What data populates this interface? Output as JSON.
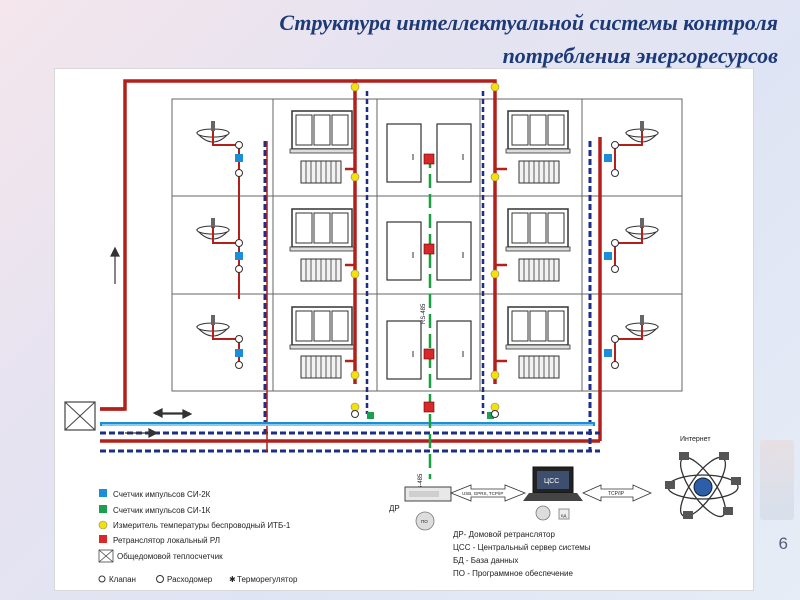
{
  "title": {
    "line1": "Структура интеллектуальной системы контроля",
    "line2": "потребления энергоресурсов"
  },
  "slide_number": "6",
  "labels": {
    "rs485_vertical": "RS-485",
    "rs485_bottom": "RS-485",
    "dr": "ДР",
    "css": "ЦСС",
    "internet": "Интернет",
    "link1": "USB, GPRS, TCP/IP",
    "link2": "TCP/IP",
    "po_disk": "ПО",
    "bd": "БД"
  },
  "legend": [
    {
      "text": "Счетчик импульсов СИ-2К",
      "symbol": "blue-square",
      "color": "#1a8fd8"
    },
    {
      "text": "Счетчик импульсов СИ-1К",
      "symbol": "green-square",
      "color": "#1aa050"
    },
    {
      "text": "Измеритель температуры беспроводный ИТБ-1",
      "symbol": "yellow-circle",
      "color": "#f3e10a"
    },
    {
      "text": "Ретранслятор локальный РЛ",
      "symbol": "red-square",
      "color": "#d8282a"
    },
    {
      "text": "Общедомовой теплосчетчик",
      "symbol": "crossed-box",
      "color": "#555555"
    }
  ],
  "legend_bottom": [
    {
      "text": "Клапан",
      "symbol": "valve"
    },
    {
      "text": "Расходомер",
      "symbol": "flowmeter"
    },
    {
      "text": "Терморегулятор",
      "symbol": "thermoregulator"
    }
  ],
  "abbreviations": [
    "ДР- Домовой ретранслятор",
    "ЦСС - Центральный сервер системы",
    "БД - База данных",
    "ПО - Программное обеспечение"
  ],
  "colors": {
    "hot_pipe": "#b3201c",
    "cold_pipe": "#1d2e88",
    "blue_pipe": "#1a8fd8",
    "rs485": "#18a040",
    "title": "#1d3a78"
  }
}
